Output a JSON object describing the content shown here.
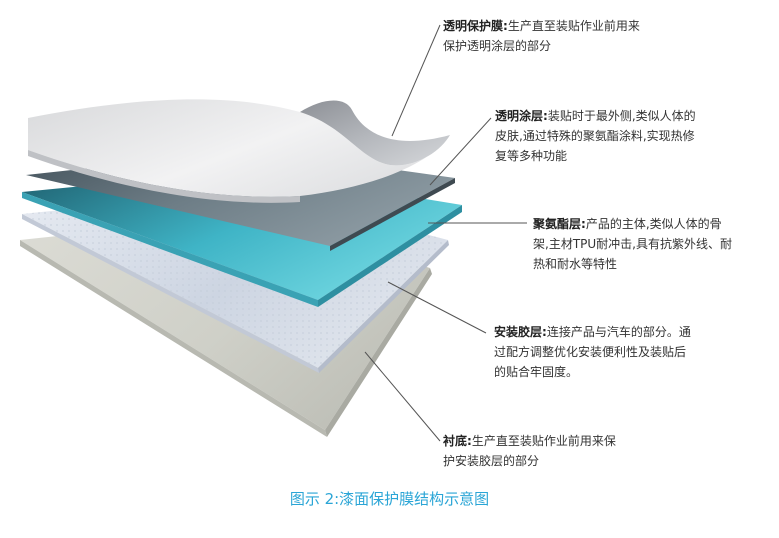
{
  "layers": [
    {
      "id": "protective-film",
      "term": "透明保护膜:",
      "lines": [
        "生产直至装贴作业前用来",
        "保护透明涂层的部分"
      ]
    },
    {
      "id": "clear-coat",
      "term": "透明涂层:",
      "lines": [
        "装贴时于最外侧,类似人体的",
        "皮肤,通过特殊的聚氨酯涂料,实现热修",
        "复等多种功能"
      ]
    },
    {
      "id": "tpu-layer",
      "term": "聚氨酯层:",
      "lines": [
        "产品的主体,类似人体的骨",
        "架,主材TPU耐冲击,具有抗紫外线、耐",
        "热和耐水等特性"
      ]
    },
    {
      "id": "adhesive-layer",
      "term": "安装胶层:",
      "lines": [
        "连接产品与汽车的部分。通",
        "过配方调整优化安装便利性及装贴后",
        "的贴合牢固度。"
      ]
    },
    {
      "id": "liner",
      "term": "衬底:",
      "lines": [
        "生产直至装贴作业前用来保",
        "护安装胶层的部分"
      ]
    }
  ],
  "caption": "图示 2:漆面保护膜结构示意图",
  "colors": {
    "caption": "#2aa5d6",
    "tpu_layer": "#4ec3d2",
    "clear_coat": "#5c6e78",
    "protective_film": "#e8e9ea",
    "adhesive_layer": "#d9e0ea",
    "liner": "#d2d3cb"
  }
}
